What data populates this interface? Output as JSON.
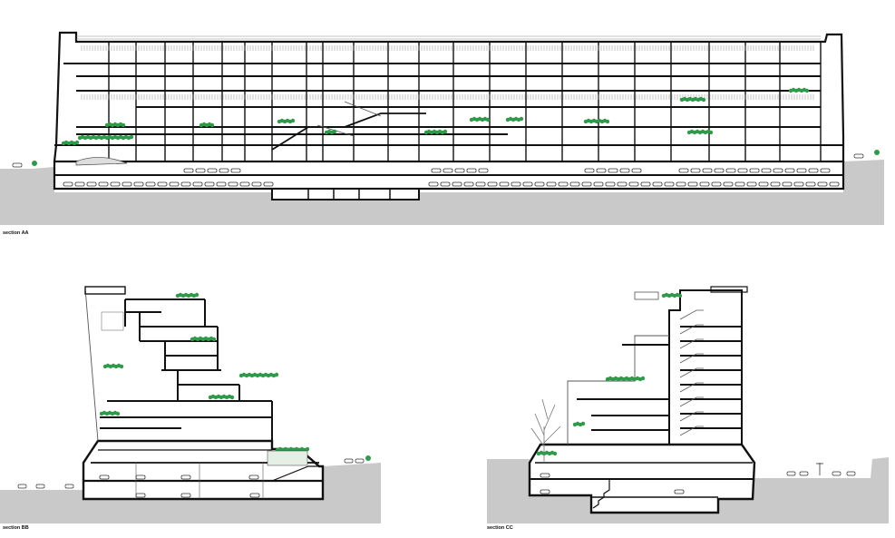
{
  "sections": {
    "aa": {
      "label": "section AA"
    },
    "bb": {
      "label": "section BB"
    },
    "cc": {
      "label": "section CC"
    }
  },
  "colors": {
    "ground": "#c9c9c9",
    "structure": "#111111",
    "fine_line": "#8a8a8a",
    "vegetation": "#2f9a4a",
    "background": "#ffffff"
  }
}
